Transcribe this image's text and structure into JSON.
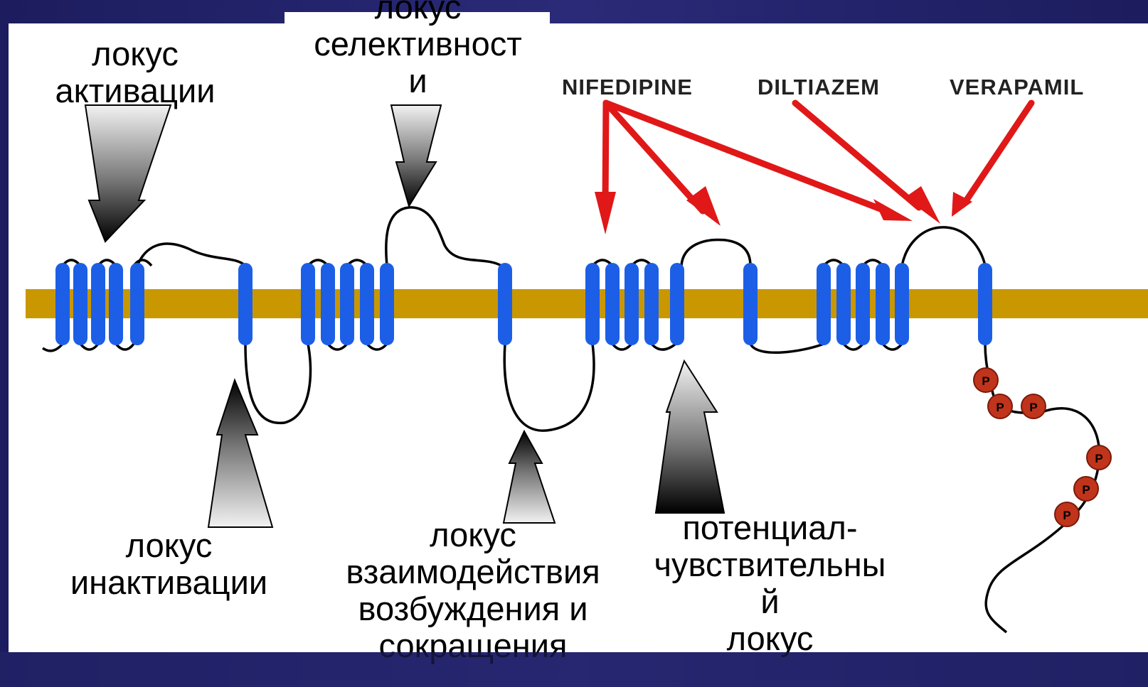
{
  "colors": {
    "background": "#24246c",
    "membrane": "#c99700",
    "helix": "#1c5fe6",
    "drug_arrow": "#e01818",
    "phosphate": "#c0341b",
    "loop": "#000000"
  },
  "labels": {
    "activation": "локус\nактивации",
    "selectivity": "локус\nселективност\nи",
    "inactivation": "локус\nинактивации",
    "coupling": "локус\nвзаимодействия\nвозбуждения и\nсокращения",
    "voltage_sensitive": "потенциал-\nчувствительны\nй\nлокус"
  },
  "drugs": {
    "nifedipine": "NIFEDIPINE",
    "diltiazem": "DILTIAZEM",
    "verapamil": "VERAPAMIL"
  },
  "phosphate_label": "P",
  "phosphate_count": 6
}
